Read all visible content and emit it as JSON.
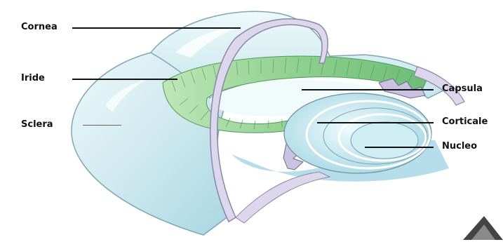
{
  "labels": {
    "cornea": "Cornea",
    "iride": "Iride",
    "sclera": "Sclera",
    "capsula": "Capsula",
    "corticale": "Corticale",
    "nucleo": "Nucleo"
  },
  "colors": {
    "shell_fill": "#cfeaf0",
    "shell_light": "#eaf8fa",
    "cut_edge": "#ddd7ec",
    "cut_stroke": "#8a86a8",
    "iris": "#8fd08f",
    "iris_dark": "#4e9a5c",
    "lens": "#d6f0f4",
    "lens_shadow": "#9bcfdc",
    "nav_arrow": "#444444"
  },
  "nav": {
    "icon": "up-arrow-icon"
  }
}
